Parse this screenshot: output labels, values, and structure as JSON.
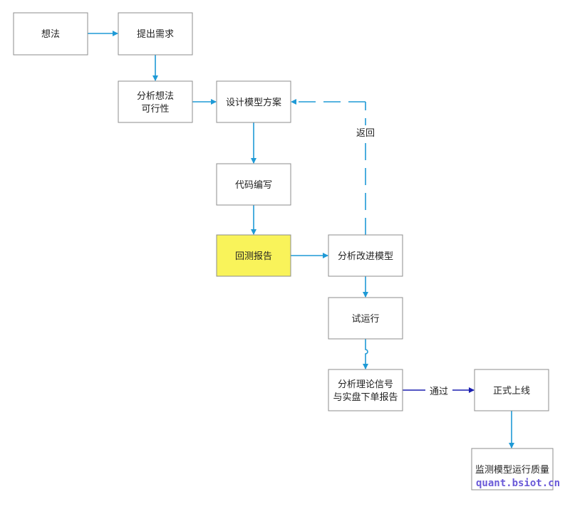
{
  "nodes": {
    "idea": "想法",
    "requirements": "提出需求",
    "feasibility_line1": "分析想法",
    "feasibility_line2": "可行性",
    "design": "设计模型方案",
    "coding": "代码编写",
    "backtest": "回测报告",
    "improve": "分析改进模型",
    "trial": "试运行",
    "analysis_line1": "分析理论信号",
    "analysis_line2": "与实盘下单报告",
    "launch": "正式上线",
    "monitor": "监测模型运行质量"
  },
  "edge_labels": {
    "return": "返回",
    "pass": "通过"
  },
  "watermark": "quant.bsiot.cn",
  "colors": {
    "edge": "#1f9ad6",
    "pass_edge": "#1b1fb0",
    "highlight": "#f9f35a"
  }
}
